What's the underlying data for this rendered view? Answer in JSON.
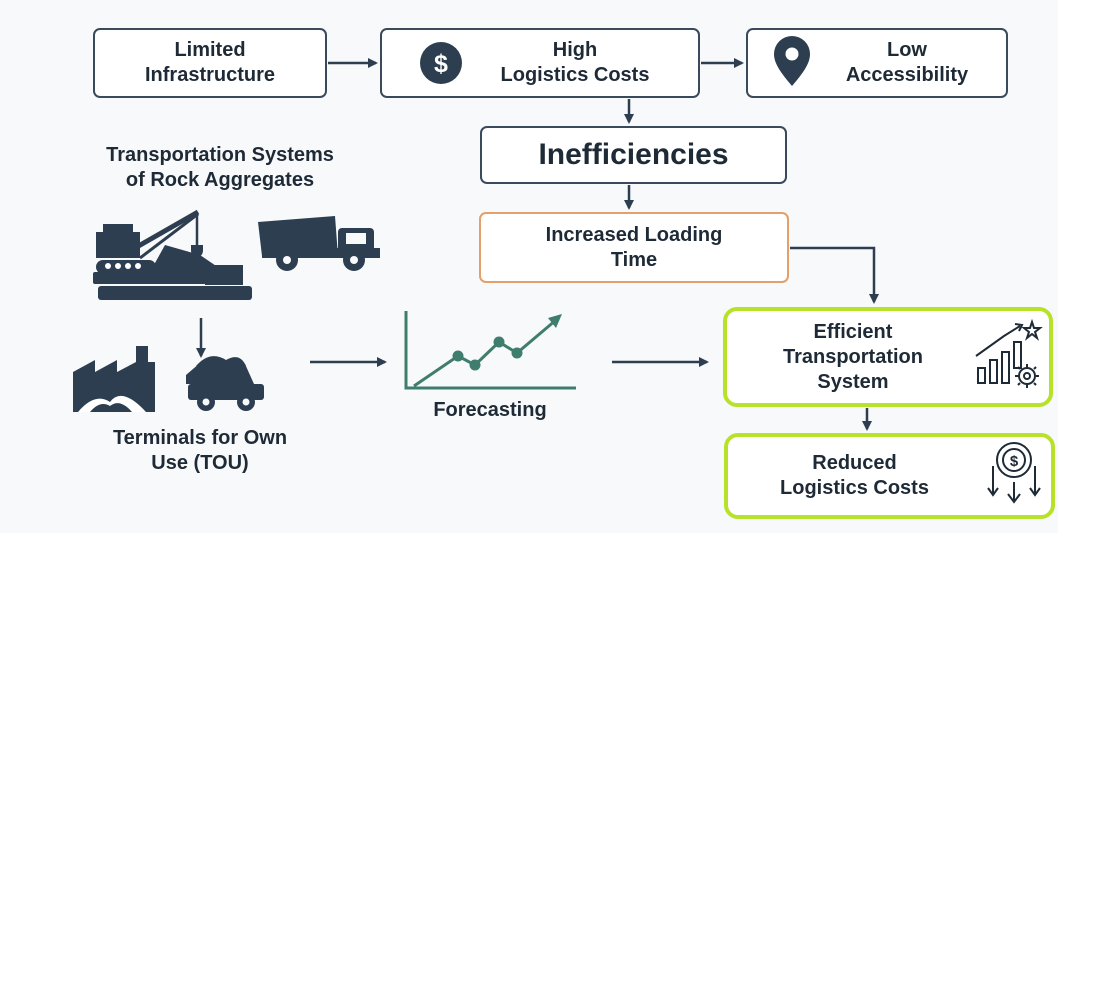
{
  "diagram": {
    "boxes": {
      "limited_infrastructure": "Limited\nInfrastructure",
      "high_logistics_costs": "High\nLogistics Costs",
      "low_accessibility": "Low\nAccessibility",
      "inefficiencies": "Inefficiencies",
      "increased_loading_time": "Increased Loading\nTime",
      "efficient_transportation_system": "Efficient\nTransportation\nSystem",
      "reduced_logistics_costs": "Reduced\nLogistics Costs"
    },
    "labels": {
      "transportation_systems": "Transportation Systems\nof Rock Aggregates",
      "terminals": "Terminals for Own\nUse (TOU)",
      "forecasting": "Forecasting"
    },
    "icons": {
      "dollar": "dollar-icon",
      "location": "location-pin-icon",
      "crane": "crane-icon",
      "dump_truck": "dump-truck-icon",
      "factory": "factory-icon",
      "mining_truck": "mining-truck-icon",
      "forecast_chart": "line-chart-icon",
      "growth_gear": "growth-chart-gear-icon",
      "cost_down": "cost-reduction-icon"
    },
    "colors": {
      "dark": "#2d3e50",
      "orange_border": "#e3a06a",
      "green_border": "#b8e22a",
      "chart_line": "#3f7d6e"
    }
  }
}
